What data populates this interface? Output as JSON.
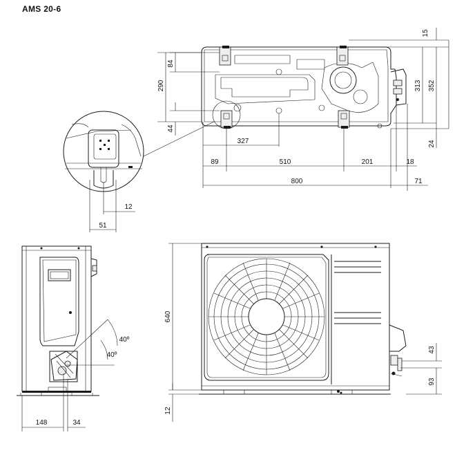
{
  "title": "AMS 20-6",
  "dimensions": {
    "top_15": "15",
    "top_313": "313",
    "top_352": "352",
    "top_290": "290",
    "top_84": "84",
    "top_44": "44",
    "top_24": "24",
    "top_18": "18",
    "top_327": "327",
    "top_89": "89",
    "top_510": "510",
    "top_201": "201",
    "top_800": "800",
    "top_71": "71",
    "det_12": "12",
    "det_51": "51",
    "side_148": "148",
    "side_34": "34",
    "side_angle_a": "40º",
    "side_angle_b": "40º",
    "front_640": "640",
    "front_12": "12",
    "front_43": "43",
    "front_93": "93"
  }
}
